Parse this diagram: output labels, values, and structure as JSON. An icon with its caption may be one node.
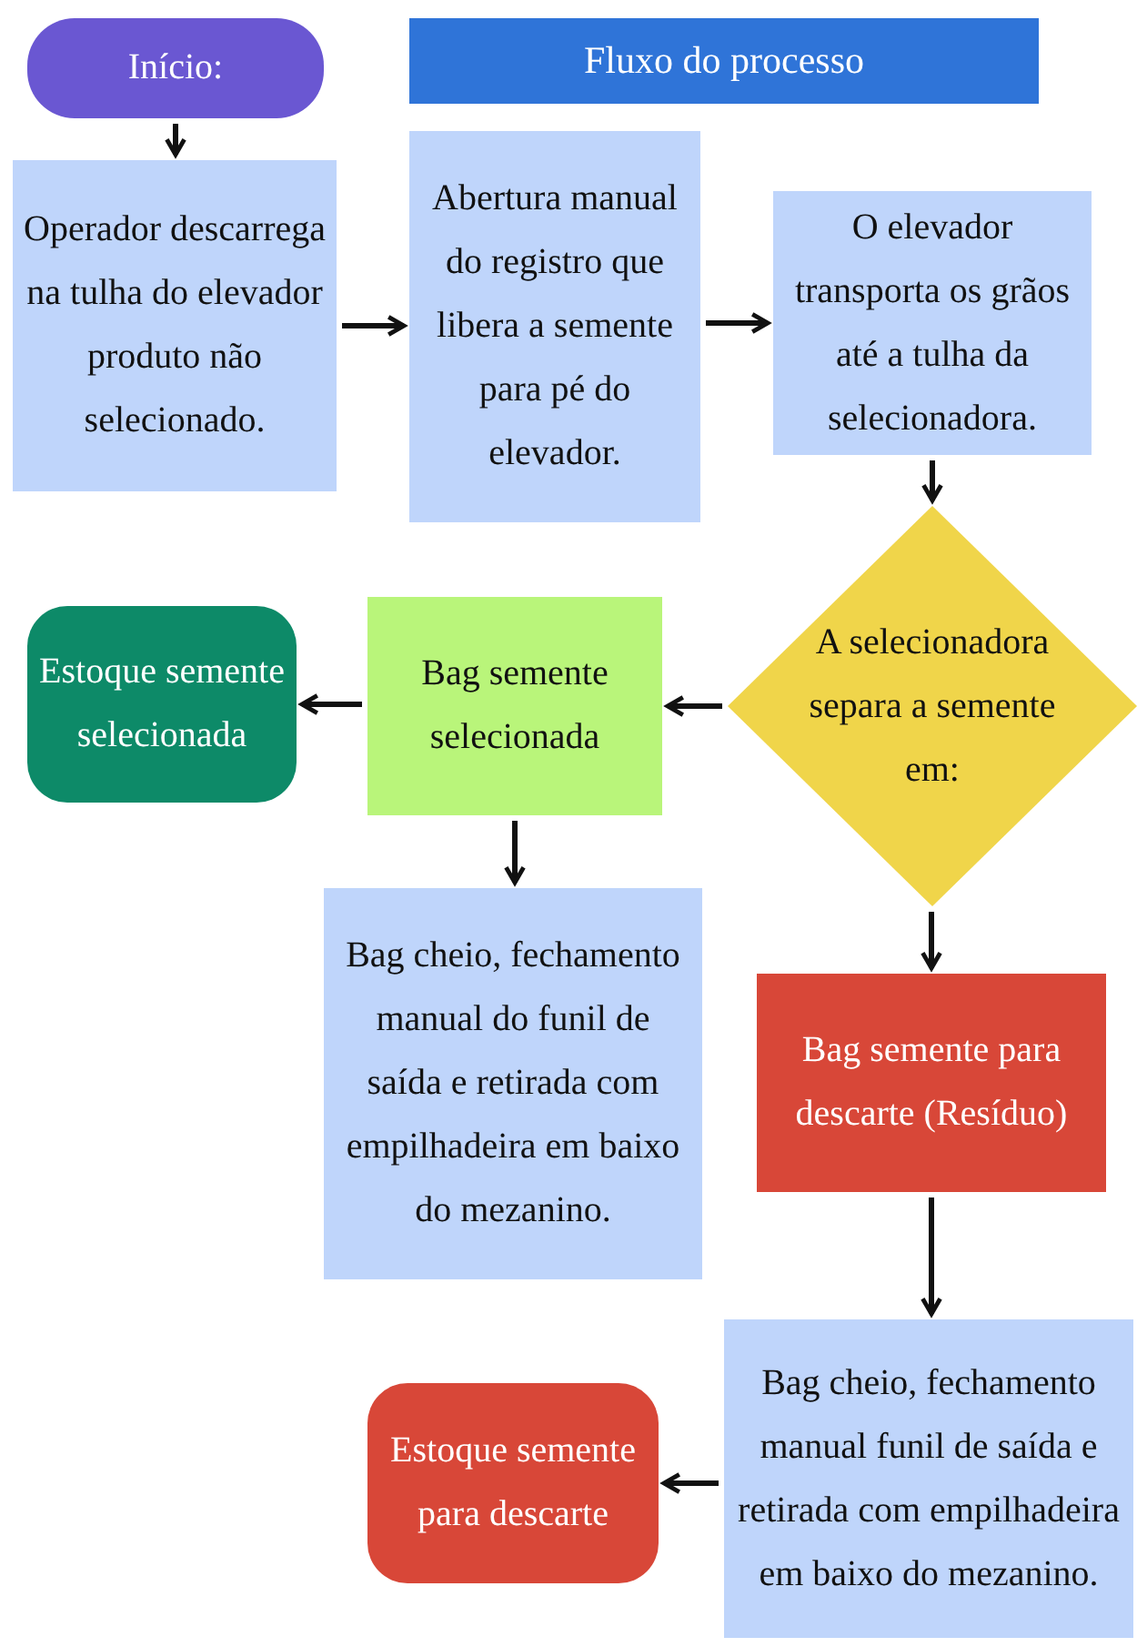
{
  "diagram": {
    "title": "Fluxo do processo",
    "nodes": [
      {
        "text": [
          "Início:"
        ]
      },
      {
        "text": [
          "Operador descarrega na tulha do elevador produto não selecionado."
        ]
      },
      {
        "text": [
          "Abertura manual do registro que libera a semente para pé do elevador."
        ]
      },
      {
        "text": [
          "O elevador transporta os grãos até a tulha da selecionadora."
        ]
      },
      {
        "text": [
          "A selecionadora separa a semente em:"
        ]
      },
      {
        "text": [
          "Bag semente selecionada"
        ]
      },
      {
        "text": [
          "Estoque semente selecionada"
        ]
      },
      {
        "text": [
          "Bag cheio, fechamento manual do funil de saída e retirada com empilhadeira em baixo do mezanino."
        ]
      },
      {
        "text": [
          "Bag semente para descarte (Resíduo)"
        ]
      },
      {
        "text": [
          "Bag cheio, fechamento manual funil de saída e retirada com empilhadeira em baixo do mezanino."
        ]
      },
      {
        "text": [
          "Estoque semente para descarte"
        ]
      }
    ],
    "edges": [
      {
        "from": 0,
        "to": 1,
        "arrow": "to"
      },
      {
        "from": 1,
        "to": 2,
        "arrow": "to"
      },
      {
        "from": 2,
        "to": 3,
        "arrow": "to"
      },
      {
        "from": 3,
        "to": 4,
        "arrow": "to"
      },
      {
        "from": 4,
        "to": 5,
        "arrow": "to"
      },
      {
        "from": 5,
        "to": 6,
        "arrow": "to"
      },
      {
        "from": 5,
        "to": 7,
        "arrow": "to"
      },
      {
        "from": 4,
        "to": 8,
        "arrow": "to"
      },
      {
        "from": 8,
        "to": 9,
        "arrow": "to"
      },
      {
        "from": 9,
        "to": 10,
        "arrow": "to"
      }
    ]
  }
}
